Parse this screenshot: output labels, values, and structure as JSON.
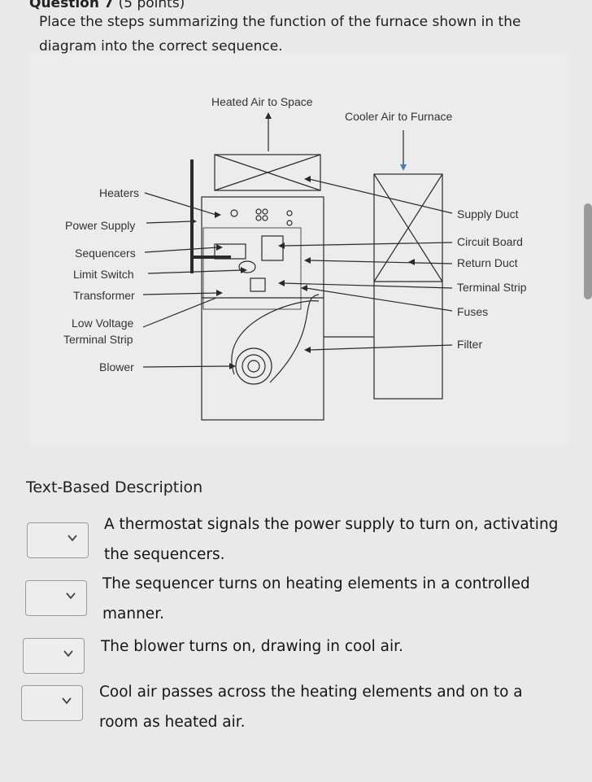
{
  "question": {
    "label": "Question 7",
    "points": "(5 points)",
    "prompt": "Place the steps summarizing the function of the furnace shown in the diagram into the correct sequence."
  },
  "diagram": {
    "labels": {
      "heated_air": "Heated Air to Space",
      "cooler_air": "Cooler Air to Furnace",
      "heaters": "Heaters",
      "power_supply": "Power Supply",
      "sequencers": "Sequencers",
      "limit_switch": "Limit Switch",
      "transformer": "Transformer",
      "low_voltage_1": "Low Voltage",
      "low_voltage_2": "Terminal Strip",
      "blower": "Blower",
      "supply_duct": "Supply Duct",
      "circuit_board": "Circuit Board",
      "return_duct": "Return Duct",
      "terminal_strip": "Terminal Strip",
      "fuses": "Fuses",
      "filter": "Filter"
    }
  },
  "description": {
    "title": "Text-Based Description",
    "steps": [
      {
        "line1": "A thermostat signals the power supply to turn on, activating",
        "line2": "the sequencers."
      },
      {
        "line1": "The sequencer turns on heating elements in a controlled",
        "line2": "manner."
      },
      {
        "line1": "The blower turns on, drawing in cool air.",
        "line2": ""
      },
      {
        "line1": "Cool air passes across the heating elements and on to a",
        "line2": "room as heated air."
      }
    ]
  }
}
